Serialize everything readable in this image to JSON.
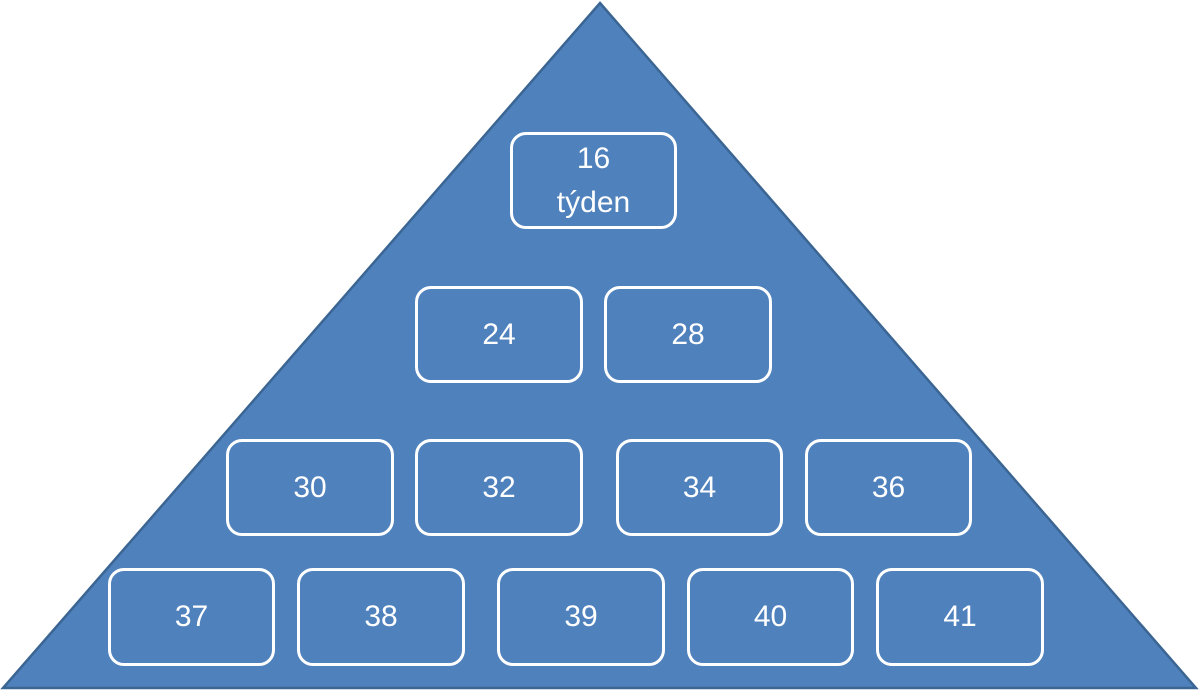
{
  "colors": {
    "fill": "#4f81bd",
    "stroke": "#3b6593",
    "box_border": "#ffffff",
    "text": "#ffffff"
  },
  "levels": {
    "top": {
      "number": "16",
      "unit": "týden"
    },
    "row2": [
      "24",
      "28"
    ],
    "row3": [
      "30",
      "32",
      "34",
      "36"
    ],
    "row4": [
      "37",
      "38",
      "39",
      "40",
      "41"
    ]
  }
}
